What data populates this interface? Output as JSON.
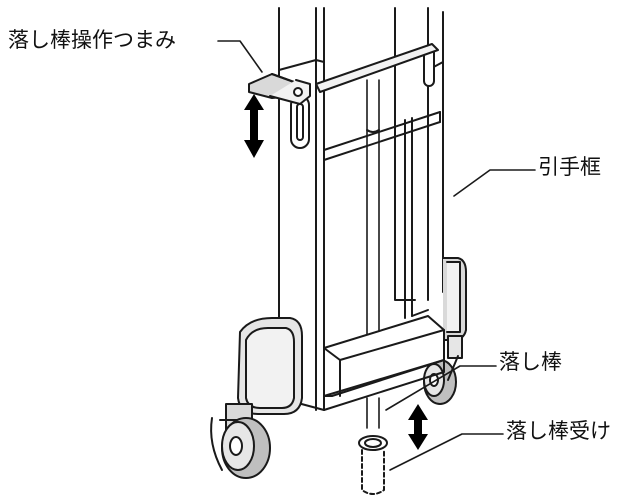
{
  "labels": {
    "knob": "落し棒操作つまみ",
    "frame": "引手框",
    "rod": "落し棒",
    "rod_holder": "落し棒受け"
  },
  "colors": {
    "line": "#1a1a1a",
    "fill_light": "#f2f2f2",
    "fill_mid": "#d9d9d9",
    "fill_dark": "#bfbfbf",
    "background": "#ffffff"
  }
}
